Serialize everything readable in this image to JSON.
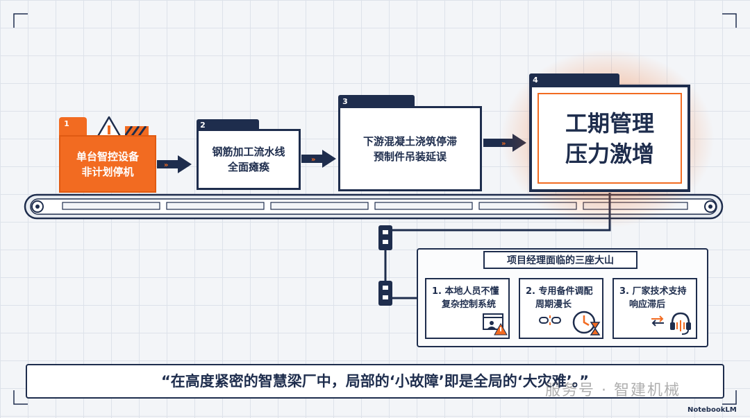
{
  "steps": [
    {
      "num": "1",
      "line1": "单台智控设备",
      "line2": "非计划停机"
    },
    {
      "num": "2",
      "line1": "钢筋加工流水线",
      "line2": "全面瘫痪"
    },
    {
      "num": "3",
      "line1": "下游混凝土浇筑停滞",
      "line2": "预制件吊装延误"
    },
    {
      "num": "4",
      "line1": "工期管理",
      "line2": "压力激增"
    }
  ],
  "panel": {
    "title": "项目经理面临的三座大山",
    "cards": [
      {
        "line1": "1. 本地人员不懂",
        "line2": "复杂控制系统"
      },
      {
        "line1": "2. 专用备件调配",
        "line2": "周期漫长"
      },
      {
        "line1": "3. 厂家技术支持",
        "line2": "响应滞后"
      }
    ]
  },
  "quote": "“在高度紧密的智慧梁厂中，局部的‘小故障’即是全局的‘大灾难’。”",
  "watermark": "服务号 · 智建机械",
  "brand": "NotebookLM",
  "colors": {
    "navy": "#1e2d4d",
    "orange": "#f26b21",
    "grid": "#dde2ea"
  }
}
